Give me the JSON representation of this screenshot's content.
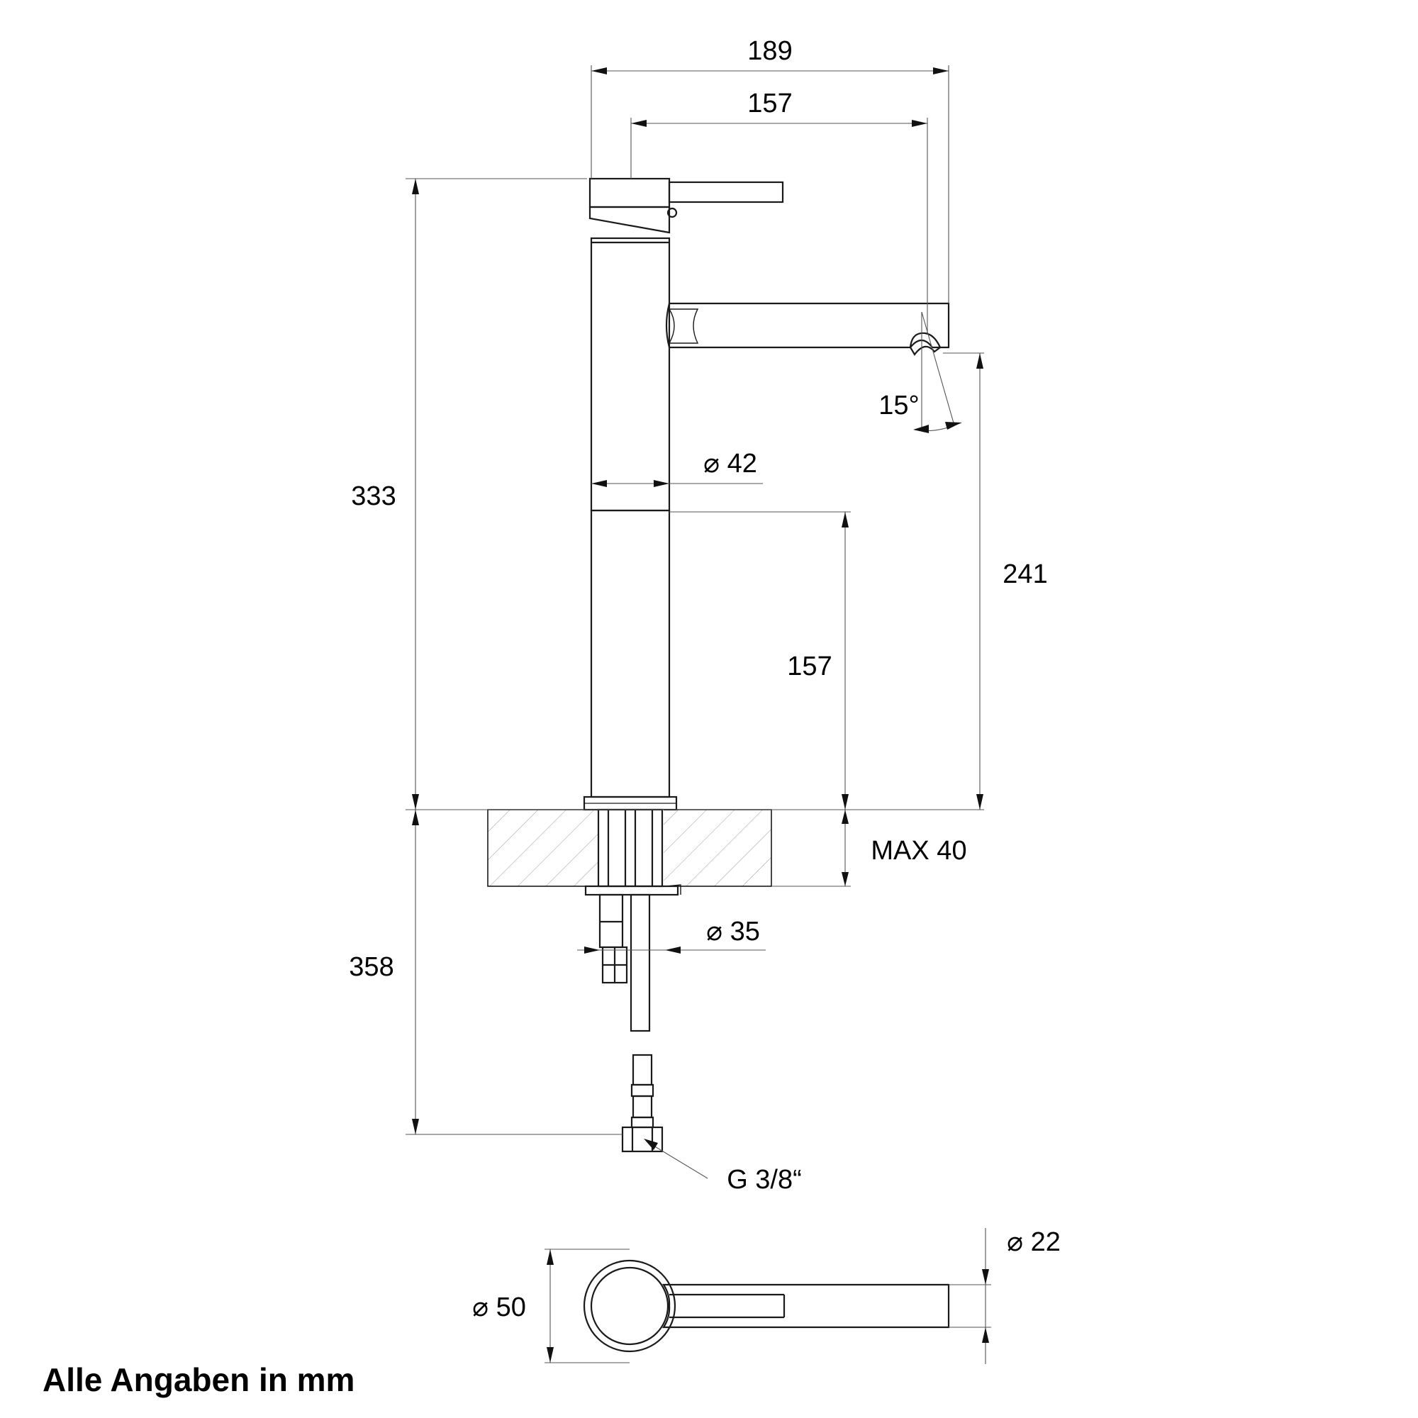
{
  "dimensions": {
    "overall_width": "189",
    "handle_reach": "157",
    "overall_height": "333",
    "spout_height": "241",
    "body_diameter": "⌀ 42",
    "body_height_lower": "157",
    "spout_angle": "15°",
    "max_deck_thickness": "MAX 40",
    "shank_diameter": "⌀ 35",
    "hose_length": "358",
    "connection_thread": "G 3/8“",
    "base_diameter": "⌀ 50",
    "spout_diameter": "⌀ 22"
  },
  "footer": {
    "note": "Alle Angaben in mm"
  }
}
